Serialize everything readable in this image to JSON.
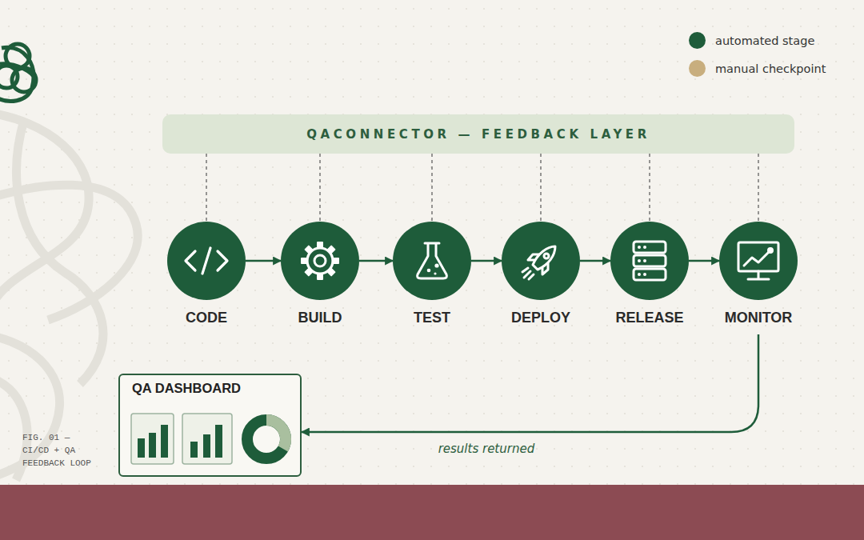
{
  "diagram": {
    "caption": "FIG. 01 — CI/CD + QA FEEDBACK LOOP",
    "nodes": [
      {
        "text": [
          "QACONNECTOR — FEEDBACK LAYER"
        ]
      },
      {
        "text": [
          "CODE"
        ]
      },
      {
        "text": [
          "BUILD"
        ]
      },
      {
        "text": [
          "TEST"
        ]
      },
      {
        "text": [
          "DEPLOY"
        ]
      },
      {
        "text": [
          "RELEASE"
        ]
      },
      {
        "text": [
          "MONITOR"
        ]
      },
      {
        "text": [
          "QA DASHBOARD"
        ]
      }
    ],
    "edges": [
      {
        "from": 0,
        "to": 1,
        "arrow": "none"
      },
      {
        "from": 0,
        "to": 2,
        "arrow": "none"
      },
      {
        "from": 0,
        "to": 3,
        "arrow": "none"
      },
      {
        "from": 0,
        "to": 4,
        "arrow": "none"
      },
      {
        "from": 0,
        "to": 5,
        "arrow": "none"
      },
      {
        "from": 0,
        "to": 6,
        "arrow": "none"
      },
      {
        "from": 1,
        "to": 2,
        "arrow": "to"
      },
      {
        "from": 2,
        "to": 3,
        "arrow": "to"
      },
      {
        "from": 3,
        "to": 4,
        "arrow": "to"
      },
      {
        "from": 4,
        "to": 5,
        "arrow": "to"
      },
      {
        "from": 5,
        "to": 6,
        "arrow": "to"
      },
      {
        "from": 6,
        "to": 7,
        "label": "results returned",
        "arrow": "to"
      }
    ],
    "legend": [
      {
        "text": "automated stage",
        "color": "#1e5c3a"
      },
      {
        "text": "manual checkpoint",
        "color": "#c8ae7e"
      }
    ]
  }
}
